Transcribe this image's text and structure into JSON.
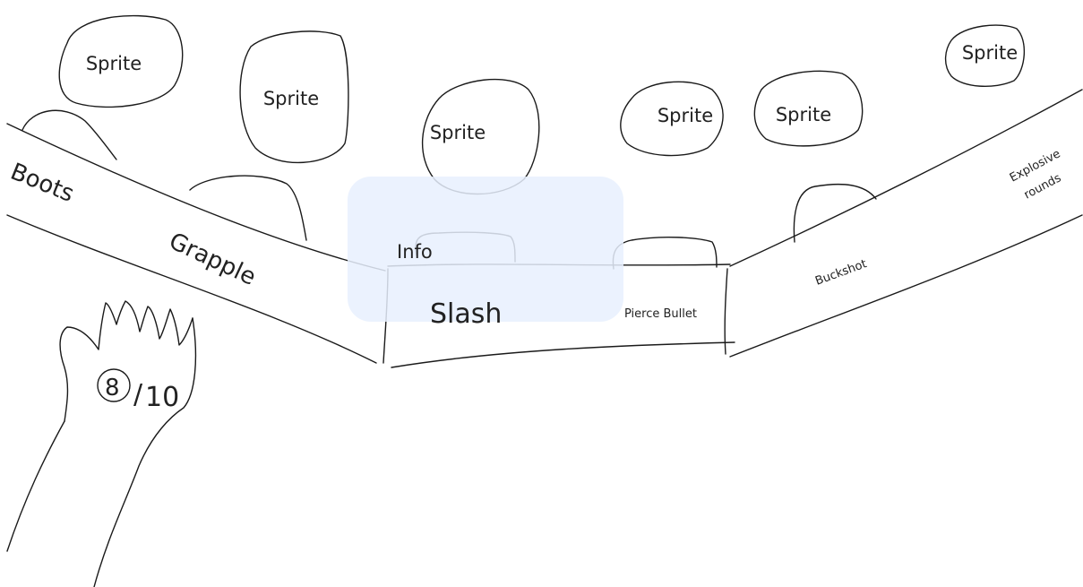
{
  "sketch": {
    "sprites": [
      {
        "label": "Sprite"
      },
      {
        "label": "Sprite"
      },
      {
        "label": "Sprite"
      },
      {
        "label": "Sprite"
      },
      {
        "label": "Sprite"
      },
      {
        "label": "Sprite"
      }
    ],
    "weapon_wheel": {
      "left_items": [
        "Boots",
        "Grapple"
      ],
      "center_item": "Slash",
      "center_right_item": "Pierce Bullet",
      "right_items": [
        "Buckshot",
        "Explosive",
        "rounds"
      ]
    },
    "info_panel": {
      "label": "Info",
      "fill_color": "#e8f0fe"
    },
    "hand": {
      "counter_current": "8",
      "counter_separator": "/",
      "counter_total": "10"
    }
  }
}
